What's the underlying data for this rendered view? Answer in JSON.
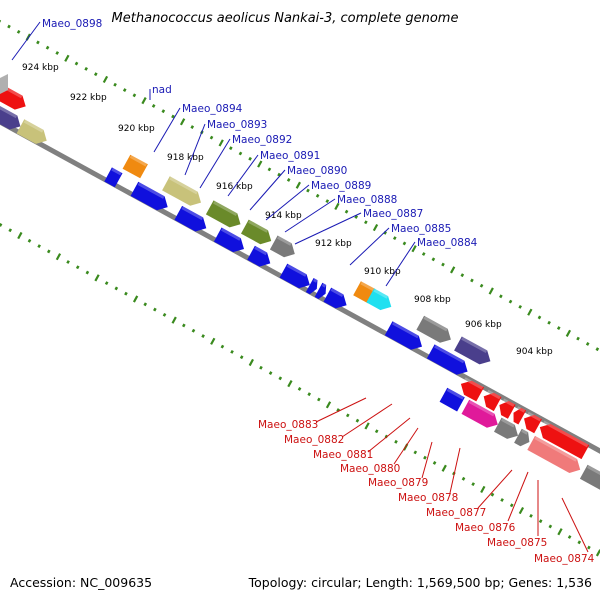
{
  "title": "Methanococcus aeolicus Nankai-3, complete genome",
  "footer": {
    "accession": "Accession: NC_009635",
    "info": "Topology: circular; Length: 1,569,500 bp; Genes: 1,536"
  },
  "colors": {
    "backbone": "#808080",
    "tick": "#3a8a1e",
    "upper_label": "#1a1ab4",
    "lower_label": "#cc1111",
    "blue": "#1010dd",
    "navy": "#4a3f8c",
    "red": "#ee1111",
    "olive_light": "#c8c27a",
    "olive_dark": "#6a8a2a",
    "gray": "#7a7a7a",
    "orange": "#f08a10",
    "cyan": "#20e0f0",
    "magenta": "#e01a9a",
    "pink": "#f07a7a"
  },
  "kbp_labels": [
    "924 kbp",
    "922 kbp",
    "920 kbp",
    "918 kbp",
    "916 kbp",
    "914 kbp",
    "912 kbp",
    "910 kbp",
    "908 kbp",
    "906 kbp",
    "904 kbp"
  ],
  "upper_genes": [
    "Maeo_0898",
    "nad",
    "Maeo_0894",
    "Maeo_0893",
    "Maeo_0892",
    "Maeo_0891",
    "Maeo_0890",
    "Maeo_0889",
    "Maeo_0888",
    "Maeo_0887",
    "Maeo_0885",
    "Maeo_0884"
  ],
  "lower_genes": [
    "Maeo_0883",
    "Maeo_0882",
    "Maeo_0881",
    "Maeo_0880",
    "Maeo_0879",
    "Maeo_0878",
    "Maeo_0877",
    "Maeo_0876",
    "Maeo_0875",
    "Maeo_0874"
  ]
}
